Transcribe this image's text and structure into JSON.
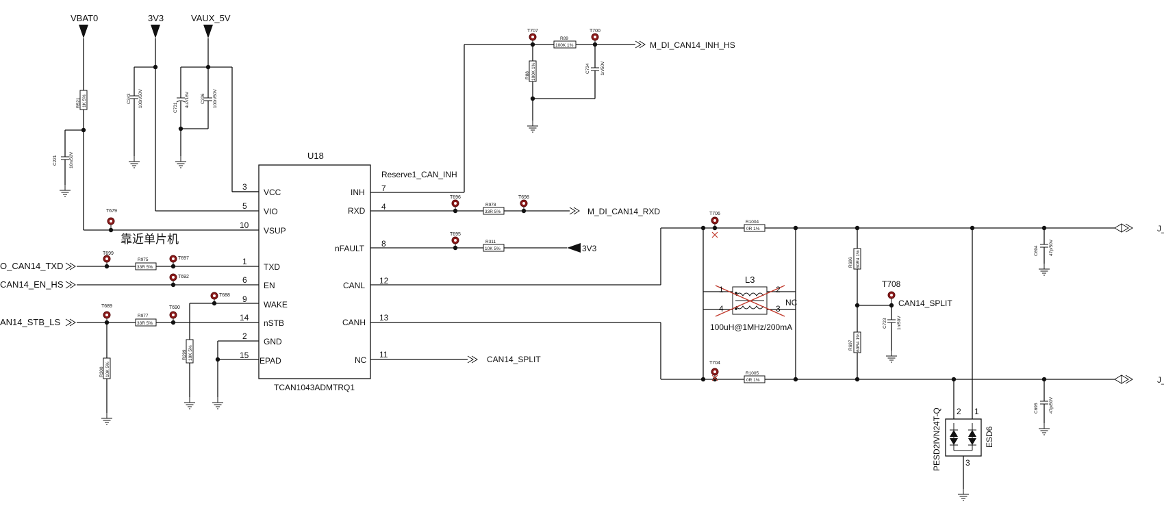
{
  "ic": {
    "ref": "U18",
    "part": "TCAN1043ADMTRQ1",
    "left_pins": [
      {
        "num": "3",
        "name": "VCC"
      },
      {
        "num": "5",
        "name": "VIO"
      },
      {
        "num": "10",
        "name": "VSUP"
      },
      {
        "num": "1",
        "name": "TXD"
      },
      {
        "num": "6",
        "name": "EN"
      },
      {
        "num": "9",
        "name": "WAKE"
      },
      {
        "num": "14",
        "name": "nSTB"
      },
      {
        "num": "2",
        "name": "GND"
      },
      {
        "num": "15",
        "name": "EPAD"
      }
    ],
    "right_pins": [
      {
        "num": "7",
        "name": "INH"
      },
      {
        "num": "4",
        "name": "RXD"
      },
      {
        "num": "8",
        "name": "nFAULT"
      },
      {
        "num": "12",
        "name": "CANL"
      },
      {
        "num": "13",
        "name": "CANH"
      },
      {
        "num": "11",
        "name": "NC"
      }
    ]
  },
  "power": {
    "vbat": "VBAT0",
    "v3v3": "3V3",
    "vaux": "VAUX_5V",
    "nfault_pullup": "3V3"
  },
  "nets": {
    "reserve_inh": "Reserve1_CAN_INH",
    "inh_out": "M_DI_CAN14_INH_HS",
    "rxd_out": "M_DI_CAN14_RXD",
    "split_out": "CAN14_SPLIT",
    "split_label": "CAN14_SPLIT",
    "txd_in": "O_CAN14_TXD",
    "en_in": "CAN14_EN_HS",
    "stb_in": "AN14_STB_LS",
    "canl_out": "J_",
    "canh_out": "J_"
  },
  "note_cn": "靠近单片机",
  "resistors": [
    {
      "ref": "R521",
      "val": "1K 5%"
    },
    {
      "ref": "R975",
      "val": "33R 5%"
    },
    {
      "ref": "R977",
      "val": "33R 5%"
    },
    {
      "ref": "R300",
      "val": "10K 5%"
    },
    {
      "ref": "R299",
      "val": "10K 5%"
    },
    {
      "ref": "R89",
      "val": "100K 1%"
    },
    {
      "ref": "R88",
      "val": "100K 1%"
    },
    {
      "ref": "R978",
      "val": "33R 5%"
    },
    {
      "ref": "R311",
      "val": "10K 5%"
    },
    {
      "ref": "R1004",
      "val": "0R 1%"
    },
    {
      "ref": "R1005",
      "val": "0R 1%"
    },
    {
      "ref": "R696",
      "val": "60R4 1%"
    },
    {
      "ref": "R697",
      "val": "60R4 1%"
    }
  ],
  "capacitors": [
    {
      "ref": "C221",
      "val": "10n/50V"
    },
    {
      "ref": "C343",
      "val": "100n/50V"
    },
    {
      "ref": "C731",
      "val": "4u7/16V"
    },
    {
      "ref": "C336",
      "val": "100n/50V"
    },
    {
      "ref": "C734",
      "val": "1n/50V"
    },
    {
      "ref": "C694",
      "val": "47p/50V"
    },
    {
      "ref": "C723",
      "val": "1n/50V"
    },
    {
      "ref": "C695",
      "val": "47p/50V"
    }
  ],
  "testpoints": [
    "T679",
    "T699",
    "T697",
    "T692",
    "T688",
    "T689",
    "T690",
    "T696",
    "T698",
    "T695",
    "T707",
    "T700",
    "T706",
    "T704"
  ],
  "choke": {
    "ref": "L3",
    "val": "100uH@1MHz/200mA",
    "nc": "NC",
    "pins": [
      "1",
      "2",
      "4",
      "3"
    ]
  },
  "tp708": {
    "ref": "T708"
  },
  "esd": {
    "ref": "ESD6",
    "part": "PESD2IVN24T-Q",
    "pins": [
      "2",
      "1",
      "3"
    ]
  }
}
